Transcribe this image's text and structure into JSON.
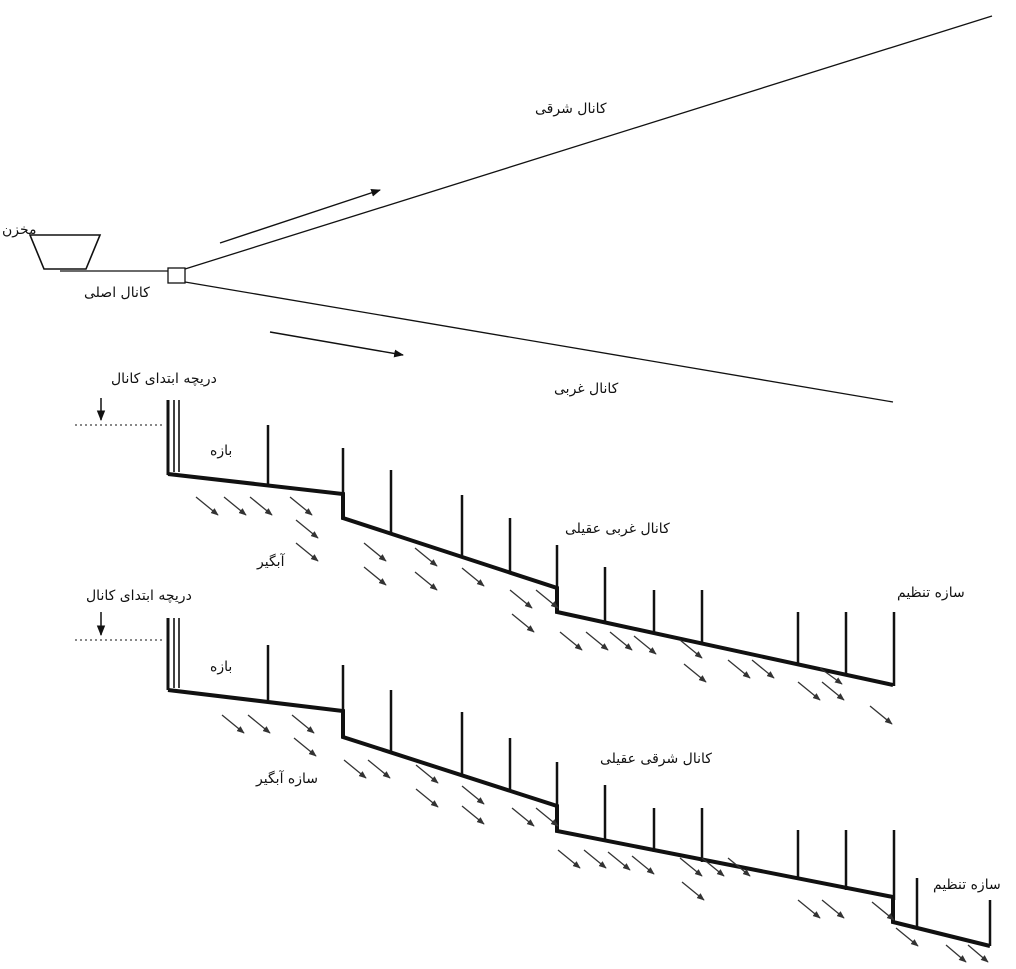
{
  "labels": {
    "reservoir": "مخزن",
    "main_canal": "کانال اصلی",
    "east_canal": "کانال شرقی",
    "west_canal": "کانال غربی",
    "gate_top": "دریچه  ابتدای کانال",
    "reach_top": "بازه",
    "intake_top": "آبگیر",
    "west_profile": "کانال غربی عقیلی",
    "regulator_top": "سازه تنظیم",
    "gate_bottom": "دریچه ابتدای کانال",
    "reach_bottom": "بازه",
    "intake_bottom": "سازه آبگیر",
    "east_profile": "کانال شرقی عقیلی",
    "regulator_bottom": "سازه تنظیم"
  }
}
